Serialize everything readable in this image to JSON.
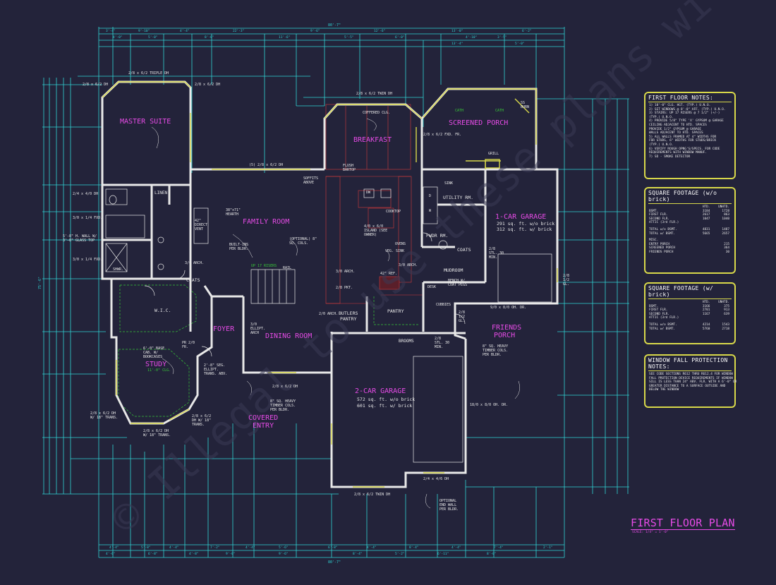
{
  "plan": {
    "title": "FIRST FLOOR PLAN",
    "scale": "SCALE: 1/4\" = 1'-0\"",
    "overall_dimension_top": "80'-7\"",
    "overall_dimension_bottom": "80'-7\"",
    "overall_dimension_left": "75'-6\"",
    "watermark": "© Illegal to use these plans without purchasing",
    "colors": {
      "background": "#23233a",
      "walls": "#e8e8e8",
      "dimensions": "#2fd4d4",
      "room_labels": "#e64be6",
      "openings": "#d8d84a",
      "hatch": "#d23a3a"
    }
  },
  "rooms": {
    "master_suite": "MASTER SUITE",
    "family_room": "FAMILY ROOM",
    "breakfast": "BREAKFAST",
    "screened_porch": "SCREENED PORCH",
    "one_car_garage": "1-CAR GARAGE",
    "one_car_garage_sf1": "291 sq. ft. w/o brick",
    "one_car_garage_sf2": "312 sq. ft. w/ brick",
    "foyer": "FOYER",
    "dining_room": "DINING ROOM",
    "study": "STUDY",
    "covered_entry_1": "COVERED",
    "covered_entry_2": "ENTRY",
    "two_car_garage": "2-CAR GARAGE",
    "two_car_garage_sf1": "572 sq. ft. w/o brick",
    "two_car_garage_sf2": "601 sq. ft. w/ brick",
    "friends_porch_1": "FRIENDS",
    "friends_porch_2": "PORCH",
    "utility_rm": "UTILITY RM.",
    "pwdr_rm": "PWDR RM.",
    "mudroom": "MUDROOM",
    "pantry": "PANTRY",
    "butlers_pantry_1": "BUTLERS",
    "butlers_pantry_2": "PANTRY",
    "wic": "W.I.C.",
    "coats": "COATS",
    "coats2": "COATS",
    "linen": "LINEN",
    "brooms": "BROOMS",
    "cubbies": "CUBBIES",
    "desk": "DESK"
  },
  "notes_small": {
    "triple_dh": "2/8 x 6/2 TRIPLE DH",
    "dh_master_l": "2/8 x 6/2 DH",
    "dh_master_r": "2/8 x 6/2 DH",
    "twin_dh_breakfast": "2/8 x 6/2 TWIN DH",
    "coffered": "COFFERED CLG.",
    "fxd_fr": "2/8 x 6/2 FXD. FR.",
    "cath1": "CATH",
    "cath2": "CATH",
    "grill": "GRILL",
    "dh_family": "(5) 2/8 x 6/2 DH",
    "island": "4/0 x 6/0 ISLAND (SEE OWNER)",
    "cooktop": "COOKTOP",
    "ovens": "OVENS",
    "sink": "SINK",
    "hearth": "38\"x71\" HEARTH",
    "direct_vent": "42\" DIRECT VENT",
    "built_ins": "BUILT-INS PER BLDR.",
    "sq_cols": "(OPTIONAL) 8\" SQ. COLS.",
    "arch_30a": "3/0 ARCH.",
    "arch_30b": "3/0 ARCH.",
    "arch_30c": "3/0 ARCH.",
    "rail": "RAIL",
    "up": "UP 17 RISERS",
    "soffits_above": "SOFFITS ABOVE",
    "flush_bartop": "FLUSH BARTOP",
    "ref": "42\" REF.",
    "pkt": "2/8 PKT.",
    "arch_20": "2/0 ARCH.",
    "bench": "BENCH W/ COAT PEGS",
    "garage_door_1": "9/0 x 8/0 OH. DR.",
    "garage_door_2": "18/0 x 8/0 OH. DR.",
    "timber_friends": "8\" SQ. HEAVY TIMBER COLS. PER BLDR.",
    "timber_entry": "8\" SQ. HEAVY TIMBER COLS. PER BLDR.",
    "ellipt_arch": "3/0 ELLIPT. ARCH",
    "bookcases": "6'-0\" BASE CAB. W/ BOOKCASES",
    "study_clg": "11'-0\" CLG.",
    "dh_study_1": "2/8 x 6/2 DH W/ 18\" TRANS.",
    "dh_study_2": "2/8 x 6/2 DH W/ 18\" TRANS.",
    "dh_study_3": "2/8 x 6/2 DH W/ 18\" TRANS.",
    "dh_dining": "2/8 x 6/2 DH",
    "twin_dh_garage": "2/8 x 6/2 TWIN DH",
    "dh_garage_r": "2/4 x 4/6 DH",
    "optional_wall": "OPTIONAL END WALL PER BLDR.",
    "wall_left_1": "2/4 x 4/0 DH",
    "wall_left_2": "3/0 x 1/4 FXD.",
    "wall_left_3": "5'-8\" H. WALL W/ 3'-8\" GLASS TOP",
    "wall_left_4": "3/0 x 1/4 FXD.",
    "shwr": "SHWR.",
    "dw": "DW",
    "veg_sink": "VEG. SINK",
    "fireplace_d": "D",
    "fireplace_w": "W",
    "ss_burn": "SS BURN",
    "gl_1": "2/8 1/2 GL.",
    "gl_2": "2/8 1/2 GL.",
    "min_30": "2/8 STL. 30 MIN.",
    "min_30b": "2/8 STL. 30 MIN.",
    "pr_fr": "PR 2/0 FR.",
    "ellipt_trans": "2'-8\" SEG. ELLIPT. TRANS. ABV."
  },
  "panels": {
    "notes": {
      "title": "FIRST FLOOR NOTES:",
      "lines": [
        "1) 10'-0\" CLG. HGT. (TYP.) U.N.O.",
        "2) SET WINDOWS @ 8'-0\" AFF. (TYP.) U.N.O.",
        "3) STAIRS: UP 17 RISERS @ 7 1/2\" (+/-)",
        "   (TYP.) U.N.O.",
        "4) PROVIDE 5/8\" TYPE 'X' GYPSUM @ GARAGE",
        "   CEILING ADJACENT TO HTD. SPACES",
        "   PROVIDE 1/2\" GYPSUM @ GARAGE",
        "   WALLS ADJACENT TO HTD. SPACES",
        "5) ALL WALLS FRAMED AT 4\" WIDTHS FOR",
        "   FOR STUDS, 6\" WIDTHS FOR STUDS/BRICK",
        "   (TYP.) U.N.O.",
        "6) VERIFY ROUGH OPNG'S/SPECS. FOR CODE",
        "   REQUIREMENTS WITH WINDOW MANUF.",
        "7) SD - SMOKE DETECTOR"
      ]
    },
    "sqft_wo": {
      "title": "SQUARE FOOTAGE (w/o brick)",
      "col1": "HTD.",
      "col2": "UNHTD.",
      "rows": [
        {
          "label": "BSMT.",
          "a": "3184",
          "b": "1728"
        },
        {
          "label": "FIRST FLR.",
          "a": "2617",
          "b": "863"
        },
        {
          "label": "SECOND FLR.",
          "a": "1047",
          "b": "1040"
        },
        {
          "label": "ATTIC (3rd FLR.)",
          "a": "",
          "b": ""
        },
        {
          "label": "TOTAL w/o BSMT.",
          "a": "4831",
          "b": "1487"
        },
        {
          "label": "TOTAL w/ BSMT.",
          "a": "5665",
          "b": "2657"
        },
        {
          "label": "MISC.",
          "a": "",
          "b": ""
        },
        {
          "label": "ENTRY PORCH",
          "a": "",
          "b": "215"
        },
        {
          "label": "SCREENED PORCH",
          "a": "",
          "b": "364"
        },
        {
          "label": "FRIENDS PORCH",
          "a": "",
          "b": "30"
        }
      ]
    },
    "sqft_w": {
      "title": "SQUARE FOOTAGE (w/ brick)",
      "col1": "HTD.",
      "col2": "UNHTD.",
      "rows": [
        {
          "label": "BSMT.",
          "a": "3166",
          "b": "375"
        },
        {
          "label": "FIRST FLR.",
          "a": "2701",
          "b": "913"
        },
        {
          "label": "SECOND FLR.",
          "a": "1167",
          "b": "639"
        },
        {
          "label": "ATTIC (3rd FLR.)",
          "a": "",
          "b": ""
        },
        {
          "label": "TOTAL w/o BSMT.",
          "a": "4214",
          "b": "1543"
        },
        {
          "label": "TOTAL w/ BSMT.",
          "a": "5760",
          "b": "2718"
        }
      ]
    },
    "fall": {
      "title": "WINDOW FALL PROTECTION NOTES:",
      "lines": [
        "SEE CODE SECTIONS R612 THRU R612.4 FOR WINDOW",
        "FALL PROTECTION DEVICE REQUIREMENTS IF WINDOW",
        "SILL IS LESS THAN 24\" ABV. FLR. WITH A 6'-0\" OR",
        "GREATER DISTANCE TO A SURFACE OUTSIDE AND",
        "BELOW THE WINDOW"
      ]
    }
  }
}
